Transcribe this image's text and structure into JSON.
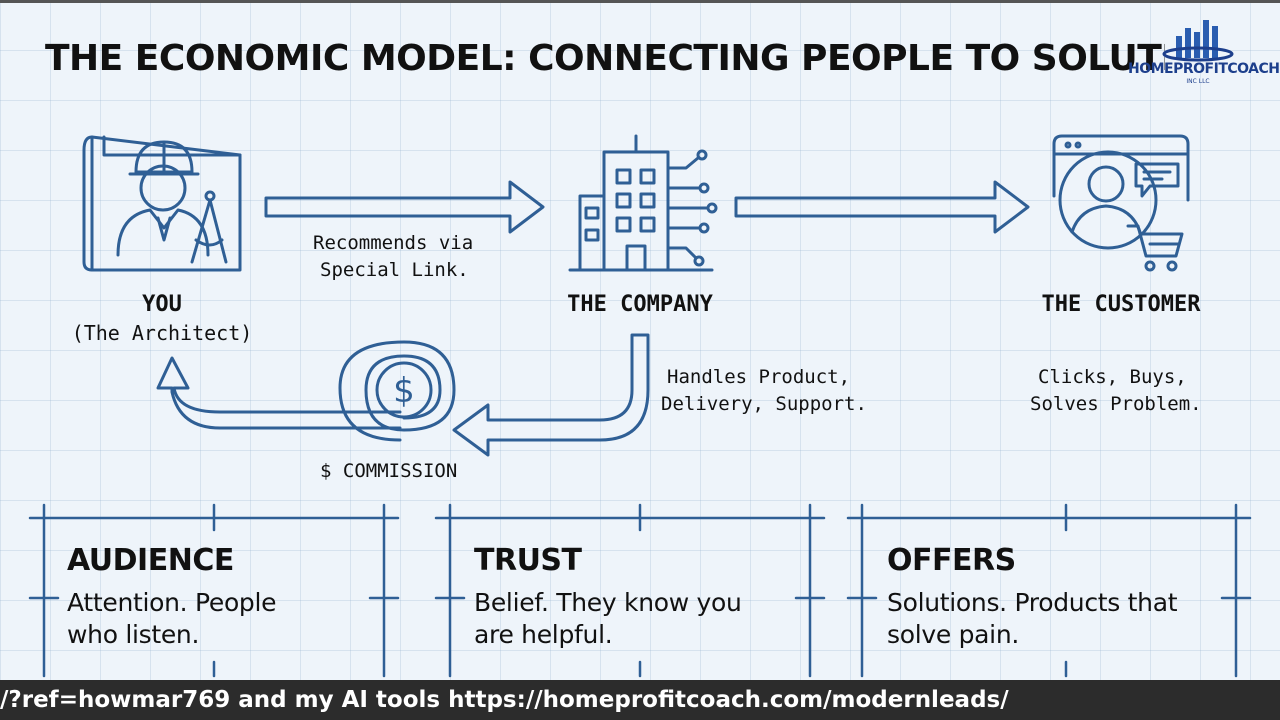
{
  "title": "THE ECONOMIC MODEL: CONNECTING PEOPLE TO SOLUTIONS",
  "logo": {
    "name": "HOMEPROFITCOACH",
    "sub": "INC LLC"
  },
  "nodes": {
    "you": {
      "title": "YOU",
      "subtitle": "(The Architect)"
    },
    "company": {
      "title": "THE COMPANY",
      "note_line1": "Handles Product,",
      "note_line2": "Delivery, Support."
    },
    "customer": {
      "title": "THE CUSTOMER",
      "note_line1": "Clicks, Buys,",
      "note_line2": "Solves Problem."
    }
  },
  "edges": {
    "you_to_company": {
      "line1": "Recommends via",
      "line2": "Special Link."
    },
    "company_to_you": {
      "label": "$ COMMISSION"
    }
  },
  "cards": [
    {
      "title": "AUDIENCE",
      "line1": "Attention. People",
      "line2": "who listen."
    },
    {
      "title": "TRUST",
      "line1": "Belief. They know you",
      "line2": "are helpful."
    },
    {
      "title": "OFFERS",
      "line1": "Solutions. Products that",
      "line2": "solve pain."
    }
  ],
  "footer": {
    "text": "/?ref=howmar769 and my AI tools https://homeprofitcoach.com/modernleads/"
  },
  "colors": {
    "stroke": "#2f5f95",
    "background": "#eef4fa",
    "footer_bg": "#2c2c2c",
    "logo": "#1d3f8c"
  }
}
